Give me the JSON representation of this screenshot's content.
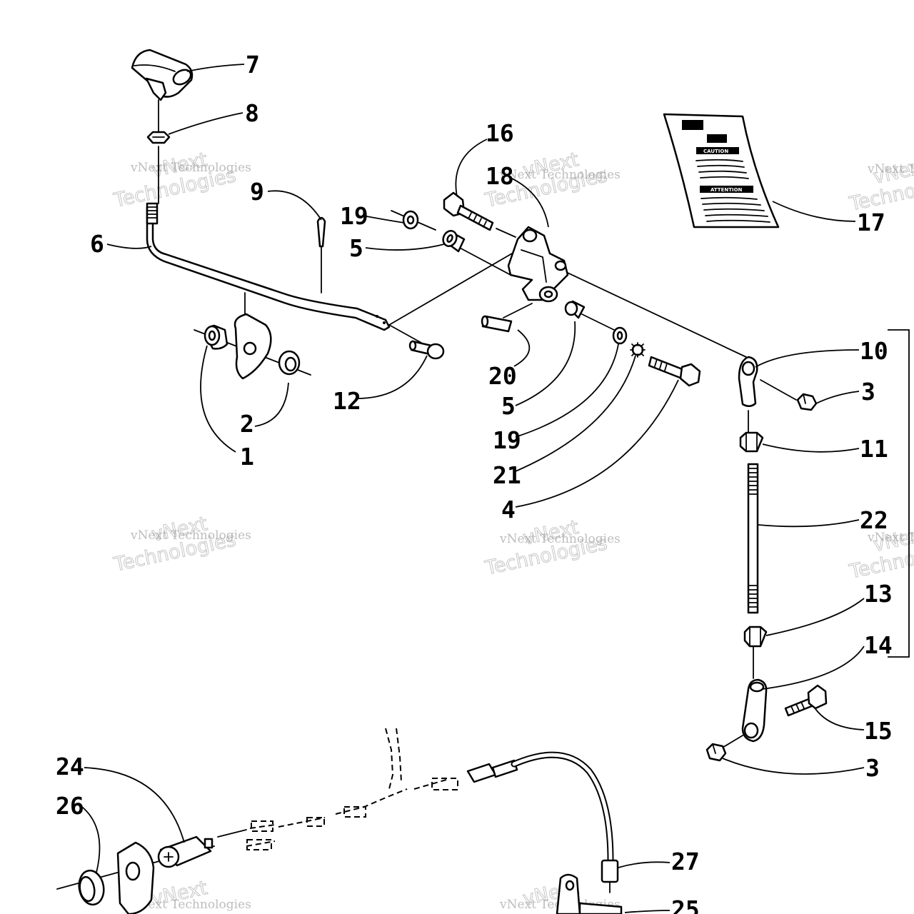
{
  "callouts": [
    {
      "id": "c7",
      "label": "7"
    },
    {
      "id": "c8",
      "label": "8"
    },
    {
      "id": "c9",
      "label": "9"
    },
    {
      "id": "c6",
      "label": "6"
    },
    {
      "id": "c1",
      "label": "1"
    },
    {
      "id": "c2",
      "label": "2"
    },
    {
      "id": "c12",
      "label": "12"
    },
    {
      "id": "c19a",
      "label": "19"
    },
    {
      "id": "c5a",
      "label": "5"
    },
    {
      "id": "c16",
      "label": "16"
    },
    {
      "id": "c18",
      "label": "18"
    },
    {
      "id": "c20",
      "label": "20"
    },
    {
      "id": "c5b",
      "label": "5"
    },
    {
      "id": "c19b",
      "label": "19"
    },
    {
      "id": "c21",
      "label": "21"
    },
    {
      "id": "c4",
      "label": "4"
    },
    {
      "id": "c17",
      "label": "17"
    },
    {
      "id": "c10",
      "label": "10"
    },
    {
      "id": "c3a",
      "label": "3"
    },
    {
      "id": "c11",
      "label": "11"
    },
    {
      "id": "c22",
      "label": "22"
    },
    {
      "id": "c13",
      "label": "13"
    },
    {
      "id": "c14",
      "label": "14"
    },
    {
      "id": "c15",
      "label": "15"
    },
    {
      "id": "c3b",
      "label": "3"
    },
    {
      "id": "c24",
      "label": "24"
    },
    {
      "id": "c26",
      "label": "26"
    },
    {
      "id": "c27",
      "label": "27"
    },
    {
      "id": "c25",
      "label": "25"
    }
  ],
  "decal": {
    "caution": "CAUTION",
    "attention": "ATTENTION"
  },
  "watermark": {
    "line1": "vNext Technologies",
    "line2": "vNext",
    "line3": "Technologies"
  }
}
